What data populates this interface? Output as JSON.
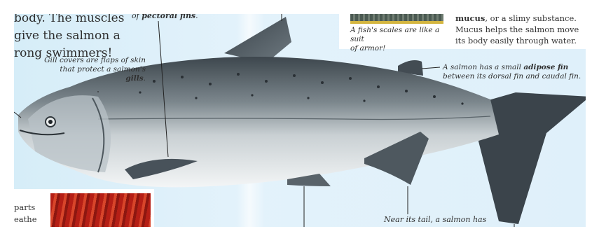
{
  "intro": {
    "lines": [
      "body. The muscles",
      "give the salmon a",
      "rong swimmers!"
    ]
  },
  "captions": {
    "pectoral_prefix": "of ",
    "pectoral_bold": "pectoral fins",
    "pectoral_suffix": ".",
    "gills_line1": "Gill covers are flaps of skin",
    "gills_line2_prefix": "that protect a salmon's ",
    "gills_bold": "gills",
    "gills_suffix": ".",
    "scales_line1": "A fish's scales are like a suit",
    "scales_line2": "of armor!",
    "adipose_prefix": "A salmon has a small ",
    "adipose_bold": "adipose fin",
    "adipose_line2": "between its dorsal fin and caudal fin.",
    "tail": "Near its tail, a salmon has"
  },
  "body_text": {
    "mucus_bold": "mucus",
    "mucus_rest": ", or a slimy substance.",
    "line2": "Mucus helps the salmon move",
    "line3": "its body easily through water."
  },
  "bottom_left": {
    "line1": "parts",
    "line2": "eathe"
  },
  "colors": {
    "water": "#d6edf8",
    "fish_dark": "#3f4a52",
    "fish_mid": "#8c969c",
    "belly": "#f4f6f7",
    "gill_photo": "#b51f16",
    "scale_photo_bar": "#d4b640"
  }
}
